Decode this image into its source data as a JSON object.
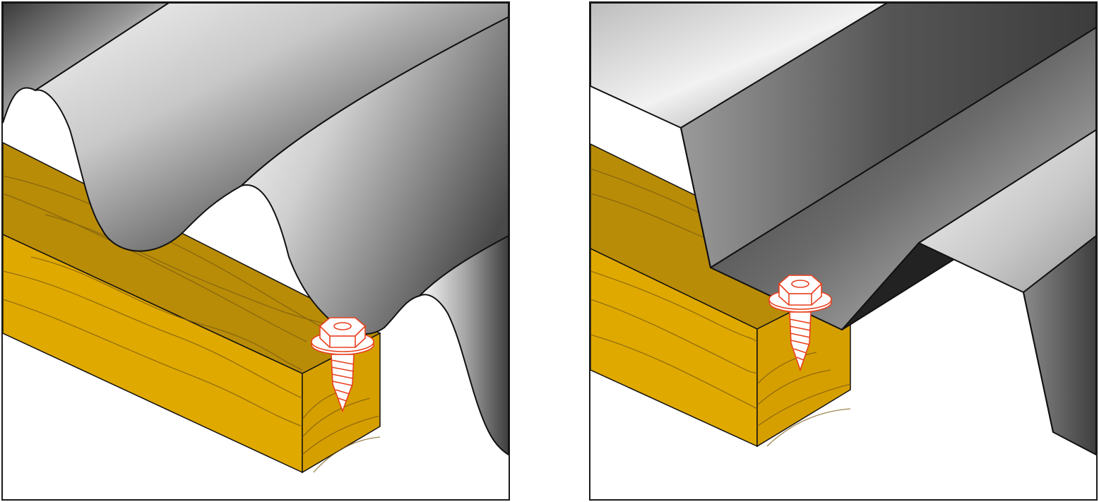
{
  "figure": {
    "panels": [
      {
        "id": "corrugated",
        "sheet_profile": "wave",
        "fastener_placement": "valley"
      },
      {
        "id": "trapezoidal",
        "sheet_profile": "trapezoid",
        "fastener_placement": "valley"
      }
    ],
    "colors": {
      "wood_top": "#b98c07",
      "wood_side": "#e0a900",
      "wood_end": "#d69f00",
      "wood_grain": "#7a5a12",
      "sheet_dark": "#3c3c3c",
      "sheet_light": "#f4f4f4",
      "screw_outline": "#e8401f",
      "outline": "#111111"
    },
    "icons": [
      "hex-head-screw-icon"
    ]
  }
}
